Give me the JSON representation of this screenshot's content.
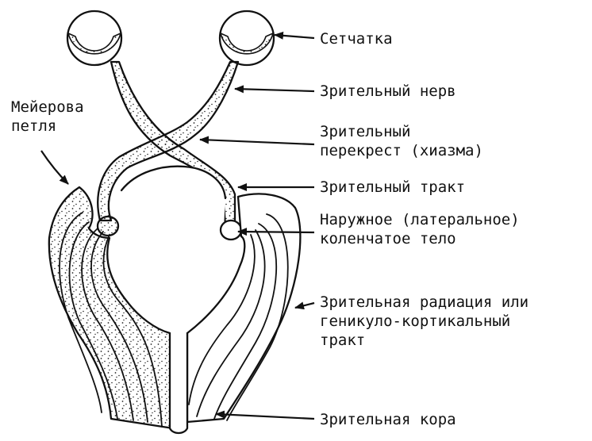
{
  "labels": {
    "retina": "Сетчатка",
    "optic_nerve": "Зрительный нерв",
    "chiasm_line1": "Зрительный",
    "chiasm_line2": "перекрест (хиазма)",
    "optic_tract": "Зрительный тракт",
    "lgn_line1": "Наружное (латеральное)",
    "lgn_line2": "коленчатое тело",
    "radiation_line1": "Зрительная радиация или",
    "radiation_line2": "геникуло-кортикальный",
    "radiation_line3": "тракт",
    "cortex": "Зрительная кора",
    "meyer_line1": "Мейерова",
    "meyer_line2": "петля"
  },
  "colors": {
    "stroke": "#111111",
    "stipple": "#222222",
    "background": "#ffffff"
  }
}
